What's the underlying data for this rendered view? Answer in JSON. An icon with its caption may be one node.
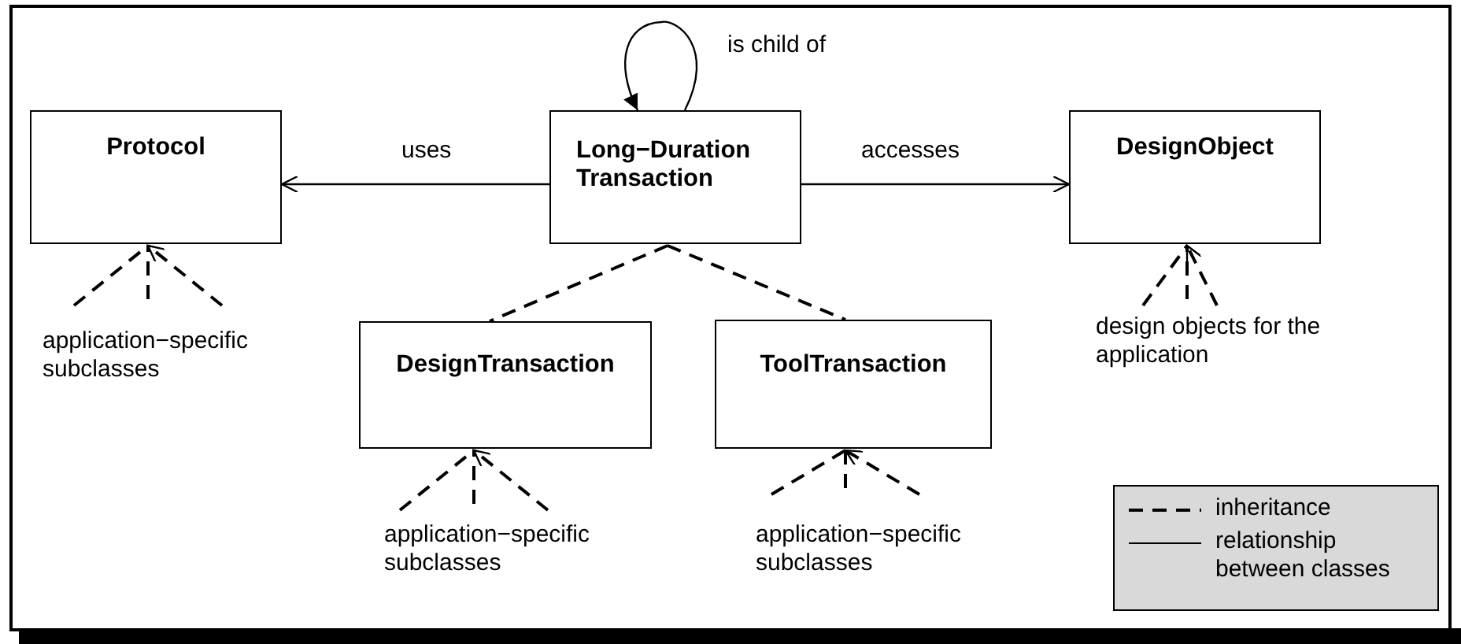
{
  "diagram": {
    "nodes": [
      {
        "text": [
          "Protocol"
        ]
      },
      {
        "text": [
          "Long−Duration Transaction"
        ]
      },
      {
        "text": [
          "DesignObject"
        ]
      },
      {
        "text": [
          "DesignTransaction"
        ]
      },
      {
        "text": [
          "ToolTransaction"
        ]
      },
      {
        "text": [
          "application−specific subclasses"
        ]
      },
      {
        "text": [
          "design objects for the application"
        ]
      },
      {
        "text": [
          "application−specific subclasses"
        ]
      },
      {
        "text": [
          "application−specific subclasses"
        ]
      }
    ],
    "edges": [
      {
        "from": 1,
        "to": 1,
        "arrow": "to",
        "label": "is child of"
      },
      {
        "from": 1,
        "to": 0,
        "arrow": "to",
        "label": "uses"
      },
      {
        "from": 1,
        "to": 2,
        "arrow": "to",
        "label": "accesses"
      },
      {
        "from": 1,
        "to": 3,
        "arrow": "none",
        "style": "dashed"
      },
      {
        "from": 1,
        "to": 4,
        "arrow": "none",
        "style": "dashed"
      },
      {
        "from": 5,
        "to": 0,
        "arrow": "to",
        "style": "dashed"
      },
      {
        "from": 6,
        "to": 2,
        "arrow": "to",
        "style": "dashed"
      },
      {
        "from": 7,
        "to": 3,
        "arrow": "to",
        "style": "dashed"
      },
      {
        "from": 8,
        "to": 4,
        "arrow": "to",
        "style": "dashed"
      }
    ],
    "legend": [
      {
        "text": "inheritance"
      },
      {
        "text": "relationship between classes"
      }
    ]
  }
}
